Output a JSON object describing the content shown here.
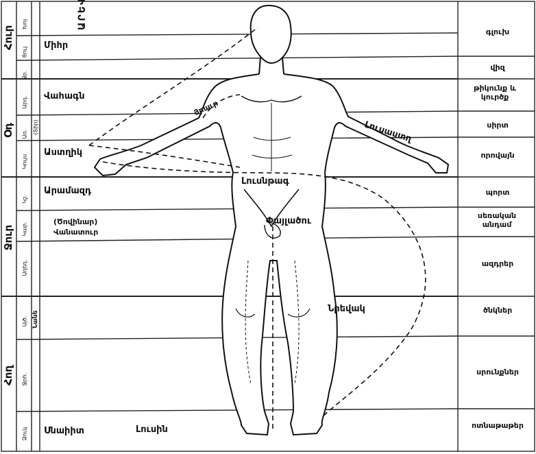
{
  "elements": {
    "fire": "Հուր",
    "air": "Օդ",
    "water": "Ջուր",
    "earth": "Հող"
  },
  "tiny_tags": [
    "Խոյ",
    "Ցուլ",
    "Ջր.",
    "Արդ.",
    "Առ.",
    "Կույս",
    "Կշ.",
    "Կար.",
    "Աղեղ.",
    "Այծ.",
    "Ջրհ.",
    "Ձուկ"
  ],
  "left_labels": {
    "mihr": "Միհր",
    "arev": "ԱՐԵՎ",
    "vahagn": "Վահագն",
    "sirt_tag": "(Տիր)",
    "astghik": "Աստղիկ",
    "aramazd": "Արամազդ",
    "tsovinar": "(Ծովինար)",
    "vanatur": "Վանատուր",
    "nane": "Նանե",
    "sandaramet": "Սնաիիտ"
  },
  "body_labels": {
    "shoulder": "Յրաւր",
    "arm": "Լուսաստղ",
    "navel": "Լուսնթագ",
    "genitals": "Փայլածու",
    "knee": "Նրեվակ",
    "foot": "Լուսին"
  },
  "right_labels": [
    "գլուխ",
    "վիզ",
    "թիկունք և կուրծք",
    "սիրտ",
    "որովայն",
    "պորտ",
    "սեռական անդամ",
    "ազդրեր",
    "ծնկներ",
    "սրունքներ",
    "ոտնաթաթեր"
  ]
}
